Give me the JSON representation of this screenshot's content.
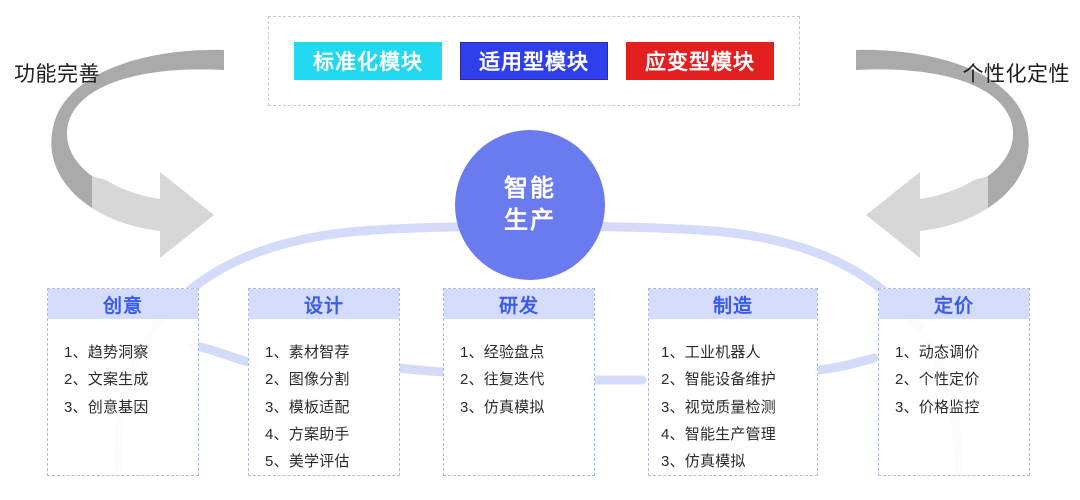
{
  "side_captions": {
    "left": "功能完善",
    "right": "个性化定性"
  },
  "legend": {
    "items": [
      {
        "label": "标准化模块",
        "color": "#22D8EE",
        "text_color": "#FFFFFF",
        "bordered": false
      },
      {
        "label": "适用型模块",
        "color": "#2F3FEE",
        "text_color": "#FFFFFF",
        "bordered": true
      },
      {
        "label": "应变型模块",
        "color": "#E41F1F",
        "text_color": "#FFFFFF",
        "bordered": false
      }
    ]
  },
  "center": {
    "line1": "智能",
    "line2": "生产",
    "color": "#6A7BEF"
  },
  "stages": [
    {
      "title": "创意",
      "items": [
        "1、趋势洞察",
        "2、文案生成",
        "3、创意基因"
      ]
    },
    {
      "title": "设计",
      "items": [
        "1、素材智荐",
        "2、图像分割",
        "3、模板适配",
        "4、方案助手",
        "5、美学评估"
      ]
    },
    {
      "title": "研发",
      "items": [
        "1、经验盘点",
        "2、往复迭代",
        "3、仿真模拟"
      ]
    },
    {
      "title": "制造",
      "items": [
        "1、工业机器人",
        "2、智能设备维护",
        "3、视觉质量检测",
        "4、智能生产管理",
        "3、仿真模拟"
      ]
    },
    {
      "title": "定价",
      "items": [
        "1、动态调价",
        "2、个性定价",
        "3、价格监控"
      ]
    }
  ],
  "colors": {
    "arrow_dark": "#A8A8A8",
    "arrow_light": "#D8D8D8",
    "ribbon": "#D3DBF8",
    "stage_header": "#D5DCFB",
    "stage_title_text": "#3A5BEF",
    "stage_border": "#A9BBE8",
    "legend_border": "#C9C9C9"
  }
}
